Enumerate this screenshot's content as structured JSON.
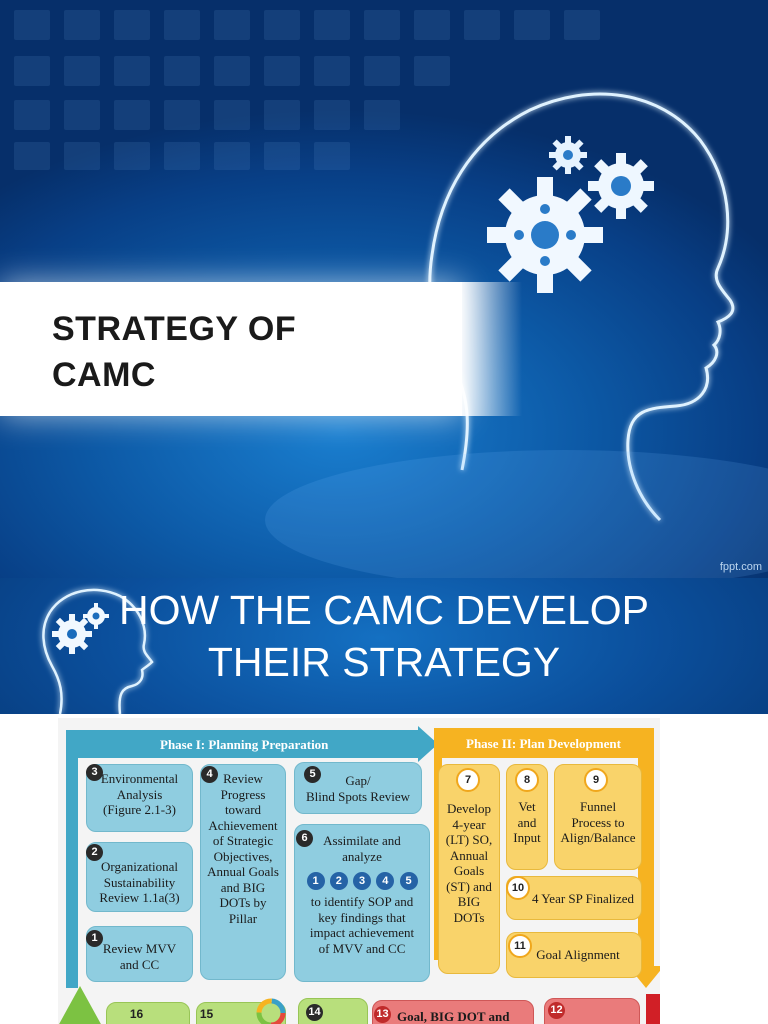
{
  "slide1": {
    "title_line1": "STRATEGY OF",
    "title_line2": "CAMC",
    "watermark": "fppt.com",
    "colors": {
      "bg_dark": "#062f6a",
      "bg_light": "#1a7fd0",
      "band": "#ffffff"
    },
    "icons": [
      "head-silhouette-icon",
      "gear-icon"
    ]
  },
  "slide2": {
    "title_line1": "HOW THE CAMC DEVELOP",
    "title_line2": "THEIR STRATEGY"
  },
  "diagram": {
    "phase1_header": "Phase I: Planning Preparation",
    "phase2_header": "Phase II: Plan Development",
    "b3": {
      "num": "3",
      "text": [
        "Environmental",
        "Analysis",
        "(Figure 2.1-3)"
      ]
    },
    "b2": {
      "num": "2",
      "text": [
        "Organizational",
        "Sustainability",
        "Review 1.1a(3)"
      ]
    },
    "b1": {
      "num": "1",
      "text": [
        "Review MVV",
        "and CC"
      ]
    },
    "b4": {
      "num": "4",
      "text": [
        "Review",
        "Progress",
        "toward",
        "Achievement",
        "of Strategic",
        "Objectives,",
        "Annual Goals",
        "and BIG",
        "DOTs by",
        "Pillar"
      ]
    },
    "b5": {
      "num": "5",
      "text": [
        "Gap/",
        "Blind Spots Review"
      ]
    },
    "b6": {
      "num": "6",
      "text": [
        "Assimilate and",
        "analyze"
      ],
      "circles": [
        "1",
        "2",
        "3",
        "4",
        "5"
      ],
      "text2": [
        "to identify SOP and",
        "key findings that",
        "impact achievement",
        "of MVV and CC"
      ]
    },
    "b7": {
      "num": "7",
      "text": [
        "Develop",
        "4-year",
        "(LT) SO,",
        "Annual",
        "Goals",
        "(ST) and",
        "BIG",
        "DOTs"
      ]
    },
    "b8": {
      "num": "8",
      "text": [
        "Vet",
        "and",
        "Input"
      ]
    },
    "b9": {
      "num": "9",
      "text": [
        "Funnel",
        "Process to",
        "Align/Balance"
      ]
    },
    "b10": {
      "num": "10",
      "text": "4 Year SP Finalized"
    },
    "b11": {
      "num": "11",
      "text": "Goal Alignment"
    },
    "b16": {
      "num": "16"
    },
    "b15": {
      "num": "15"
    },
    "b14": {
      "num": "14"
    },
    "b13": {
      "num": "13",
      "text": "Goal, BIG DOT and"
    },
    "b12": {
      "num": "12"
    }
  }
}
